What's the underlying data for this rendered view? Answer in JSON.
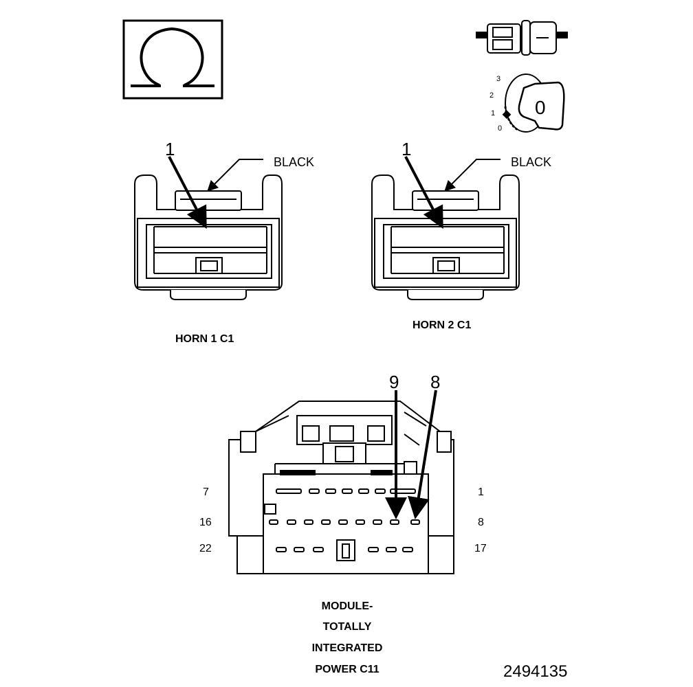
{
  "legend": {
    "ohm_symbol": "Ω",
    "key_positions": [
      "3",
      "2",
      "1",
      "0"
    ],
    "key_label": "0"
  },
  "horn1": {
    "pin_label": "1",
    "color_label": "BLACK",
    "title": "HORN 1 C1"
  },
  "horn2": {
    "pin_label": "1",
    "color_label": "BLACK",
    "title": "HORN 2 C1"
  },
  "module": {
    "pin_callout_left": "9",
    "pin_callout_right": "8",
    "row_labels_left": [
      "7",
      "16",
      "22"
    ],
    "row_labels_right": [
      "1",
      "8",
      "17"
    ],
    "title_lines": [
      "MODULE-",
      "TOTALLY",
      "INTEGRATED",
      "POWER C11"
    ]
  },
  "figure_id": "2494135",
  "colors": {
    "line": "#000000",
    "background": "#ffffff"
  }
}
